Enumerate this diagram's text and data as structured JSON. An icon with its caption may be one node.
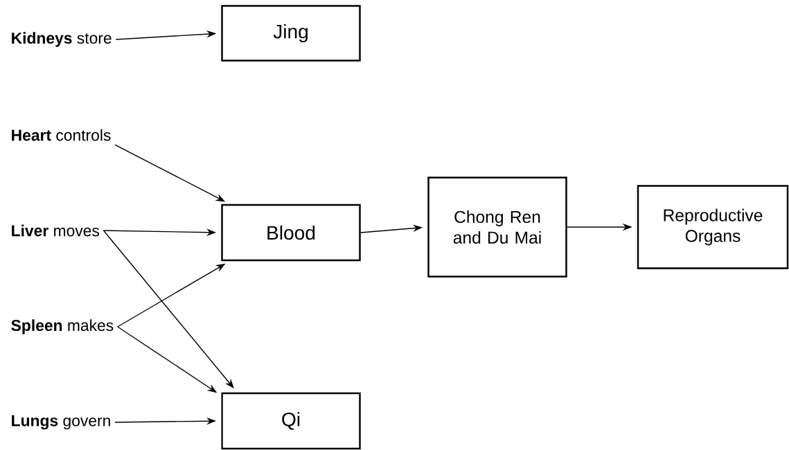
{
  "diagram": {
    "nodes": [
      {
        "text": [
          "**Kidneys** store"
        ]
      },
      {
        "text": [
          "Jing"
        ]
      },
      {
        "text": [
          "**Heart** controls"
        ]
      },
      {
        "text": [
          "**Liver** moves"
        ]
      },
      {
        "text": [
          "Blood"
        ]
      },
      {
        "text": [
          "Chong Ren and Du Mai"
        ]
      },
      {
        "text": [
          "Reproductive Organs"
        ]
      },
      {
        "text": [
          "**Spleen** makes"
        ]
      },
      {
        "text": [
          "**Lungs** govern"
        ]
      },
      {
        "text": [
          "Qi"
        ]
      }
    ],
    "edges": [
      {
        "from": 0,
        "to": 1,
        "arrow": "to"
      },
      {
        "from": 2,
        "to": 4,
        "arrow": "to"
      },
      {
        "from": 3,
        "to": 4,
        "arrow": "to"
      },
      {
        "from": 3,
        "to": 9,
        "arrow": "to"
      },
      {
        "from": 7,
        "to": 4,
        "arrow": "to"
      },
      {
        "from": 7,
        "to": 9,
        "arrow": "to"
      },
      {
        "from": 8,
        "to": 9,
        "arrow": "to"
      },
      {
        "from": 4,
        "to": 5,
        "arrow": "to"
      },
      {
        "from": 5,
        "to": 6,
        "arrow": "to"
      }
    ]
  }
}
